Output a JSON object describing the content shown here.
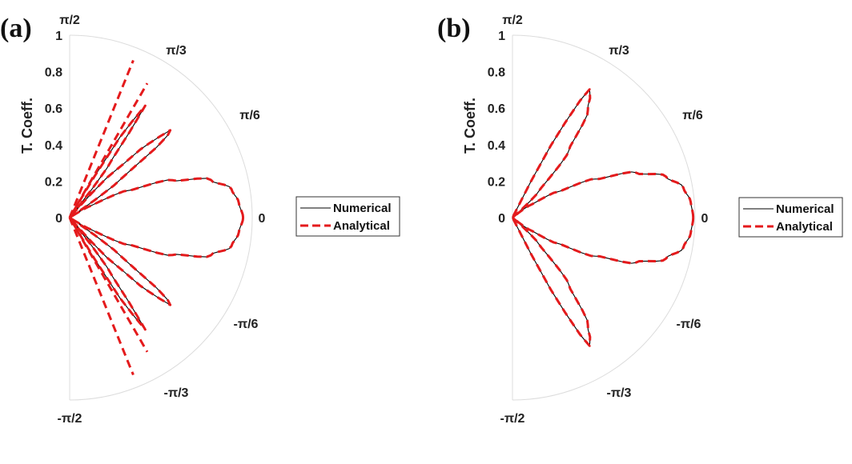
{
  "chart_data": [
    {
      "type": "line",
      "panel_label": "(a)",
      "polar": true,
      "theta_range": [
        "-π/2",
        "π/2"
      ],
      "r_range": [
        0,
        1
      ],
      "ylabel": "T. Coeff.",
      "r_ticks": [
        "0",
        "0.2",
        "0.4",
        "0.6",
        "0.8",
        "1"
      ],
      "theta_ticks": [
        {
          "label": "π/2",
          "deg": 90
        },
        {
          "label": "π/3",
          "deg": 60
        },
        {
          "label": "π/6",
          "deg": 30
        },
        {
          "label": "0",
          "deg": 0
        },
        {
          "label": "-π/6",
          "deg": -30
        },
        {
          "label": "-π/3",
          "deg": -60
        },
        {
          "label": "-π/2",
          "deg": -90
        }
      ],
      "legend": {
        "position": "right",
        "entries": [
          "Numerical",
          "Analytical"
        ]
      },
      "series": [
        {
          "name": "Numerical",
          "color": "#000000",
          "style": "solid",
          "lobes": [
            {
              "points": [
                [
                  0,
                  0.95
                ],
                [
                  5,
                  0.93
                ],
                [
                  10,
                  0.9
                ],
                [
                  15,
                  0.8
                ],
                [
                  20,
                  0.6
                ],
                [
                  25,
                  0.35
                ],
                [
                  30,
                  0.12
                ],
                [
                  33,
                  0
                ]
              ]
            },
            {
              "points": [
                [
                  33,
                  0
                ],
                [
                  37,
                  0.35
                ],
                [
                  40,
                  0.7
                ],
                [
                  41,
                  0.73
                ],
                [
                  43,
                  0.6
                ],
                [
                  46,
                  0.35
                ],
                [
                  50,
                  0
                ]
              ]
            },
            {
              "points": [
                [
                  50,
                  0
                ],
                [
                  54,
                  0.4
                ],
                [
                  56,
                  0.74
                ],
                [
                  58,
                  0.52
                ],
                [
                  60,
                  0
                ]
              ]
            }
          ]
        },
        {
          "name": "Analytical",
          "color": "#e41a1c",
          "style": "dashed",
          "lobes": [
            {
              "points": [
                [
                  0,
                  0.95
                ],
                [
                  5,
                  0.93
                ],
                [
                  10,
                  0.9
                ],
                [
                  15,
                  0.8
                ],
                [
                  20,
                  0.6
                ],
                [
                  25,
                  0.35
                ],
                [
                  30,
                  0.12
                ],
                [
                  33,
                  0
                ]
              ]
            },
            {
              "points": [
                [
                  33,
                  0
                ],
                [
                  37,
                  0.35
                ],
                [
                  40,
                  0.7
                ],
                [
                  41,
                  0.73
                ],
                [
                  43,
                  0.6
                ],
                [
                  46,
                  0.35
                ],
                [
                  50,
                  0
                ]
              ]
            },
            {
              "points": [
                [
                  50,
                  0
                ],
                [
                  54,
                  0.4
                ],
                [
                  56,
                  0.74
                ],
                [
                  58,
                  0.52
                ],
                [
                  60,
                  0
                ]
              ]
            },
            {
              "rays": [
                [
                  60,
                  0.85
                ],
                [
                  68,
                  0.93
                ]
              ]
            }
          ]
        }
      ]
    },
    {
      "type": "line",
      "panel_label": "(b)",
      "polar": true,
      "theta_range": [
        "-π/2",
        "π/2"
      ],
      "r_range": [
        0,
        1
      ],
      "ylabel": "T. Coeff.",
      "r_ticks": [
        "0",
        "0.2",
        "0.4",
        "0.6",
        "0.8",
        "1"
      ],
      "theta_ticks": [
        {
          "label": "π/2",
          "deg": 90
        },
        {
          "label": "π/3",
          "deg": 60
        },
        {
          "label": "π/6",
          "deg": 30
        },
        {
          "label": "0",
          "deg": 0
        },
        {
          "label": "-π/6",
          "deg": -30
        },
        {
          "label": "-π/3",
          "deg": -60
        },
        {
          "label": "-π/2",
          "deg": -90
        }
      ],
      "legend": {
        "position": "right",
        "entries": [
          "Numerical",
          "Analytical"
        ]
      },
      "series": [
        {
          "name": "Numerical",
          "color": "#000000",
          "style": "solid",
          "lobes": [
            {
              "points": [
                [
                  0,
                  0.99
                ],
                [
                  5,
                  0.98
                ],
                [
                  10,
                  0.95
                ],
                [
                  15,
                  0.87
                ],
                [
                  20,
                  0.72
                ],
                [
                  25,
                  0.5
                ],
                [
                  30,
                  0.28
                ],
                [
                  35,
                  0.12
                ],
                [
                  40,
                  0
                ]
              ]
            },
            {
              "points": [
                [
                  40,
                  0
                ],
                [
                  45,
                  0.2
                ],
                [
                  50,
                  0.48
                ],
                [
                  55,
                  0.72
                ],
                [
                  58,
                  0.8
                ],
                [
                  59,
                  0.82
                ],
                [
                  60,
                  0.74
                ],
                [
                  62,
                  0.45
                ],
                [
                  64,
                  0
                ]
              ]
            }
          ]
        },
        {
          "name": "Analytical",
          "color": "#e41a1c",
          "style": "dashed",
          "lobes": [
            {
              "points": [
                [
                  0,
                  0.99
                ],
                [
                  5,
                  0.98
                ],
                [
                  10,
                  0.95
                ],
                [
                  15,
                  0.87
                ],
                [
                  20,
                  0.72
                ],
                [
                  25,
                  0.5
                ],
                [
                  30,
                  0.28
                ],
                [
                  35,
                  0.12
                ],
                [
                  40,
                  0
                ]
              ]
            },
            {
              "points": [
                [
                  40,
                  0
                ],
                [
                  45,
                  0.2
                ],
                [
                  50,
                  0.48
                ],
                [
                  55,
                  0.72
                ],
                [
                  58,
                  0.8
                ],
                [
                  59,
                  0.82
                ],
                [
                  60,
                  0.74
                ],
                [
                  62,
                  0.45
                ],
                [
                  64,
                  0
                ]
              ]
            }
          ]
        }
      ]
    }
  ]
}
